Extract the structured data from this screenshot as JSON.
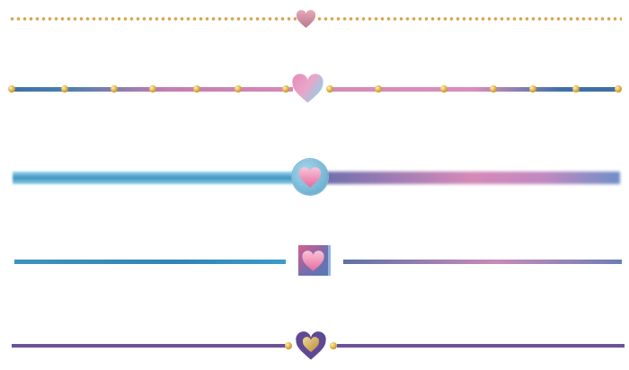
{
  "dividers": [
    {
      "name": "dotted-gold-divider",
      "center_icon": "heart-icon",
      "colors": {
        "dots": "#d9a24a",
        "heart": "#c98a9c"
      }
    },
    {
      "name": "beaded-gradient-divider",
      "center_icon": "heart-icon",
      "colors": {
        "blue": "#3f6fa6",
        "pink": "#d58ab8",
        "bead": "#d8a83a"
      }
    },
    {
      "name": "thick-glow-divider",
      "center_icon": "heart-icon",
      "colors": {
        "left": "#4ea9cc",
        "right_pink": "#d58ab8",
        "right_blue": "#6f7fbf",
        "badge": "#6fb0cf"
      }
    },
    {
      "name": "square-badge-divider",
      "center_icon": "heart-icon",
      "colors": {
        "left": "#3d93bf",
        "right": "#8a6fa8",
        "badge": "#7a6fb0"
      }
    },
    {
      "name": "purple-gold-divider",
      "center_icon": "heart-icon",
      "colors": {
        "line": "#6a5399",
        "heart_outer": "#5f4894",
        "heart_inner": "#d6b468"
      }
    }
  ]
}
